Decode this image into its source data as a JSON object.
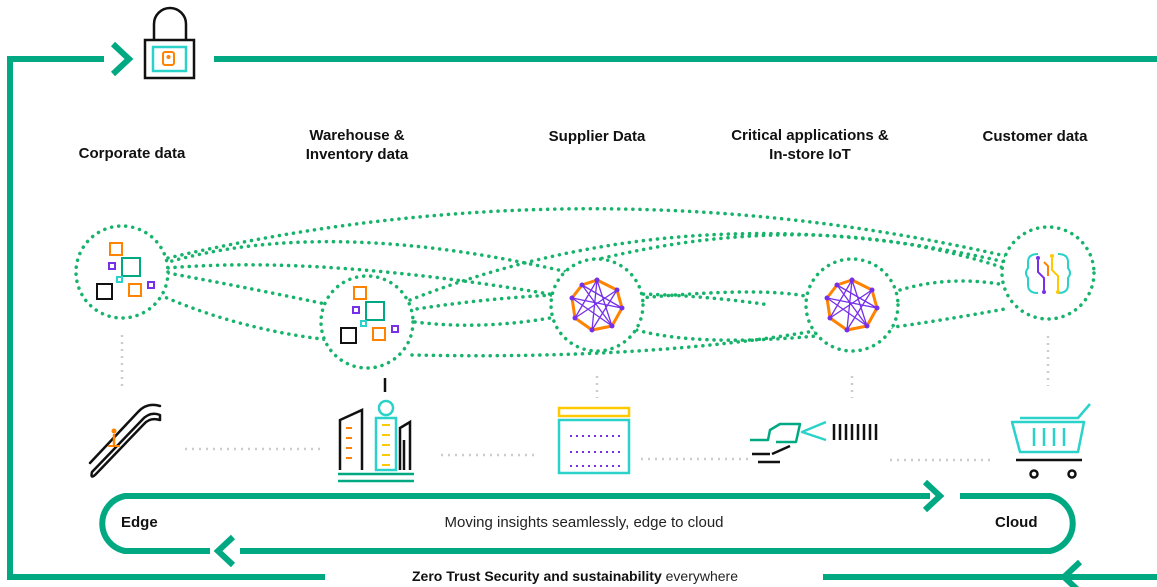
{
  "categories": [
    {
      "line1": "Corporate  data",
      "line2": ""
    },
    {
      "line1": "Warehouse &",
      "line2": "Inventory data"
    },
    {
      "line1": "Supplier Data",
      "line2": ""
    },
    {
      "line1": "Critical applications &",
      "line2": "In-store IoT"
    },
    {
      "line1": "Customer data",
      "line2": ""
    }
  ],
  "flow": {
    "edge_label": "Edge",
    "cloud_label": "Cloud",
    "message": "Moving insights seamlessly, edge to cloud"
  },
  "footer": {
    "bold_text": "Zero Trust Security and sustainability",
    "normal_text": " everywhere"
  },
  "colors": {
    "green": "#01A982",
    "dot_green": "#17B36B",
    "orange": "#FF8300",
    "purple": "#7630EA",
    "teal": "#2AD2C9",
    "black": "#111111",
    "gray": "#CCCCCC",
    "yellow": "#FEC901"
  },
  "icons": [
    "lock-icon",
    "escalator-icon",
    "warehouse-icon",
    "store-icon",
    "scanner-icon",
    "cart-icon",
    "data-blocks-icon",
    "network-icon",
    "brain-circuit-icon"
  ]
}
